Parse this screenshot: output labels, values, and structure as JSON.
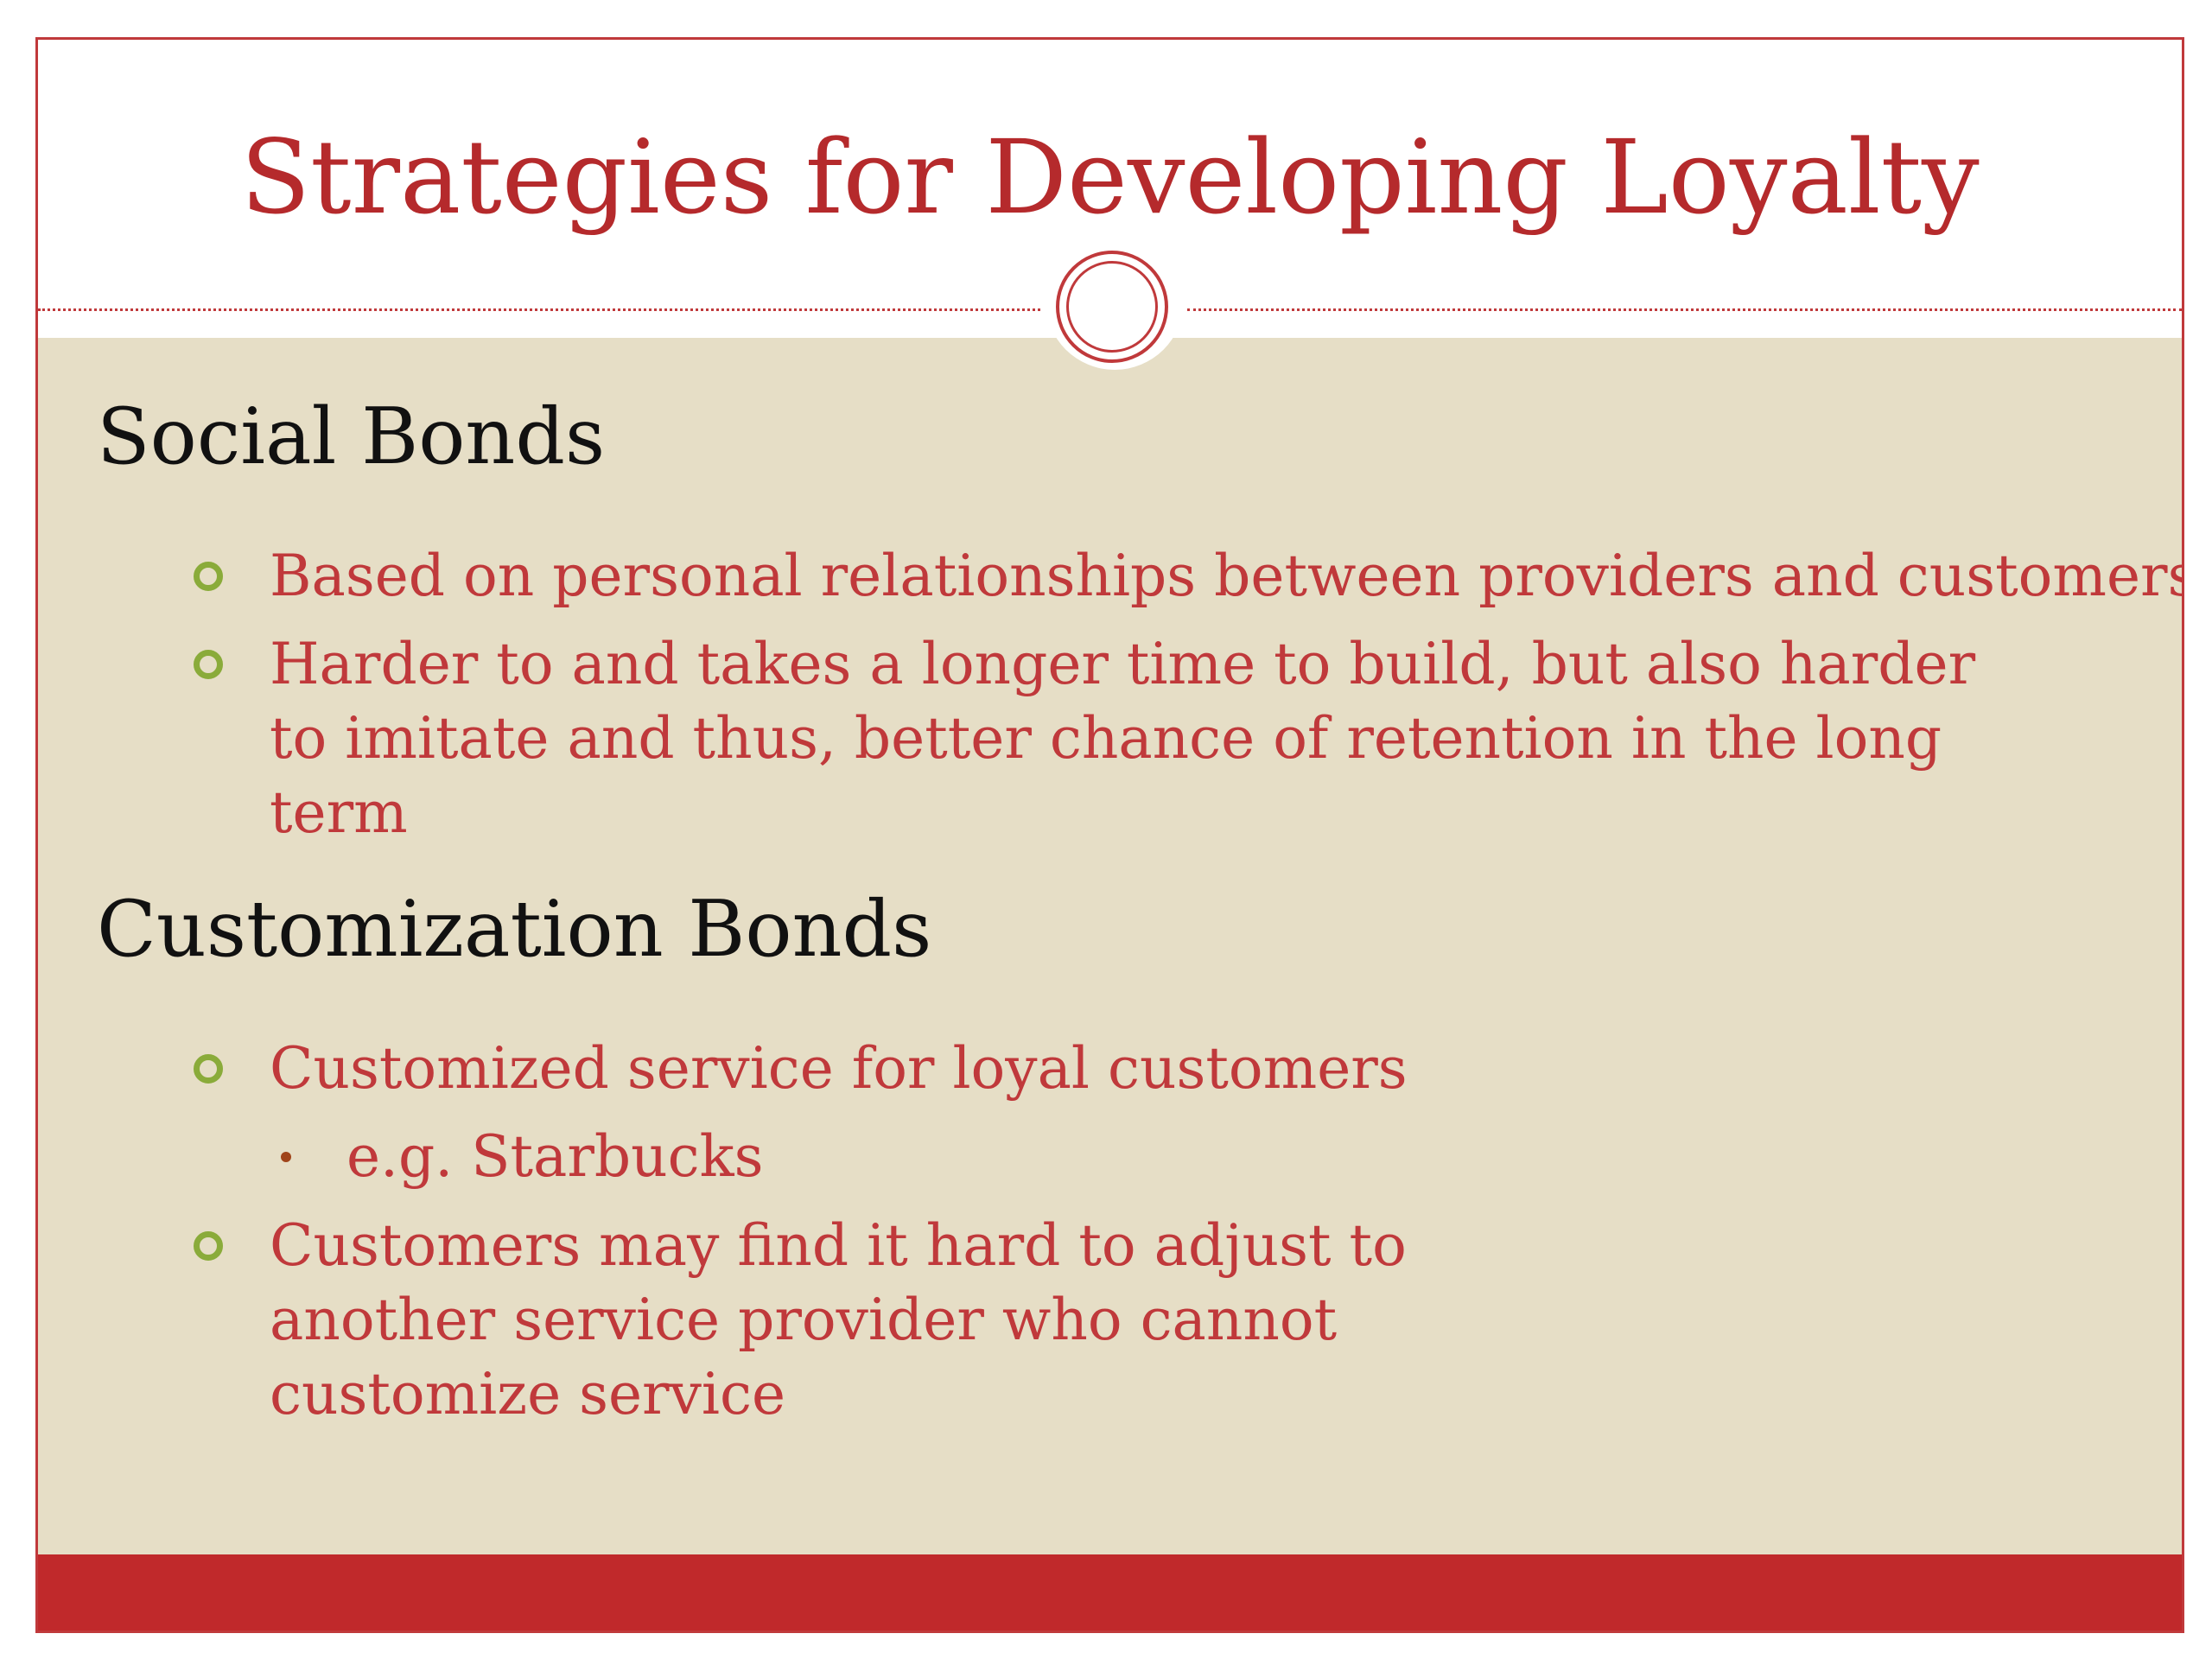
{
  "slide": {
    "title": "Strategies for Developing Loyalty",
    "sections": [
      {
        "heading": "Social Bonds",
        "items": [
          "Based on personal relationships between providers and customers",
          "Harder to and takes a longer time to build, but also harder to imitate and thus, better chance of retention in the long term"
        ]
      },
      {
        "heading": "Customization Bonds",
        "items": [
          "Customized service for loyal customers",
          "Customers may find it hard to adjust to another service provider who cannot customize service"
        ],
        "subitems": [
          "e.g. Starbucks"
        ]
      }
    ]
  },
  "colors": {
    "accent_red": "#c0393b",
    "content_background": "#e6dec6",
    "bullet_green": "#8aab3a",
    "footer_red": "#c0292b"
  },
  "icons": {
    "header_ornament": "double-circle-medallion-icon",
    "level1_bullet": "hollow-circle-bullet-icon",
    "level2_bullet": "filled-dot-bullet-icon"
  }
}
